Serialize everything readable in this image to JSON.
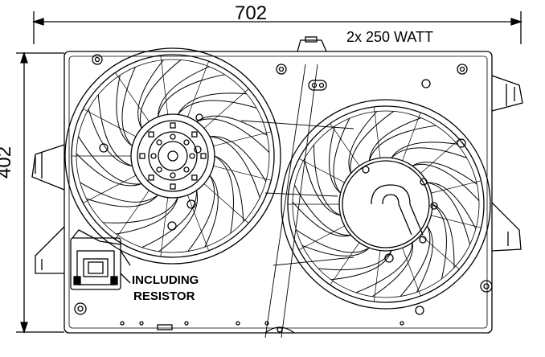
{
  "diagram": {
    "width_dimension": "702",
    "height_dimension": "402",
    "power_note": "2x 250 WATT",
    "resistor_line1": "INCLUDING",
    "resistor_line2": "RESISTOR",
    "left_fan_blades": 13,
    "right_fan_blades": 13
  }
}
